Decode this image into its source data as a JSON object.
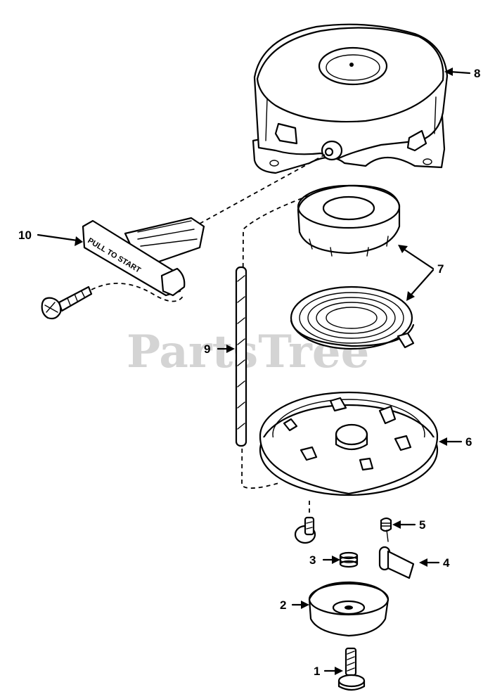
{
  "watermark": "PartsTree",
  "handle_imprint": "PULL TO START",
  "callouts": [
    {
      "id": "1",
      "text": "1"
    },
    {
      "id": "2",
      "text": "2"
    },
    {
      "id": "3",
      "text": "3"
    },
    {
      "id": "4",
      "text": "4"
    },
    {
      "id": "5",
      "text": "5"
    },
    {
      "id": "6",
      "text": "6"
    },
    {
      "id": "7",
      "text": "7"
    },
    {
      "id": "8",
      "text": "8"
    },
    {
      "id": "9",
      "text": "9"
    },
    {
      "id": "10",
      "text": "10"
    }
  ]
}
